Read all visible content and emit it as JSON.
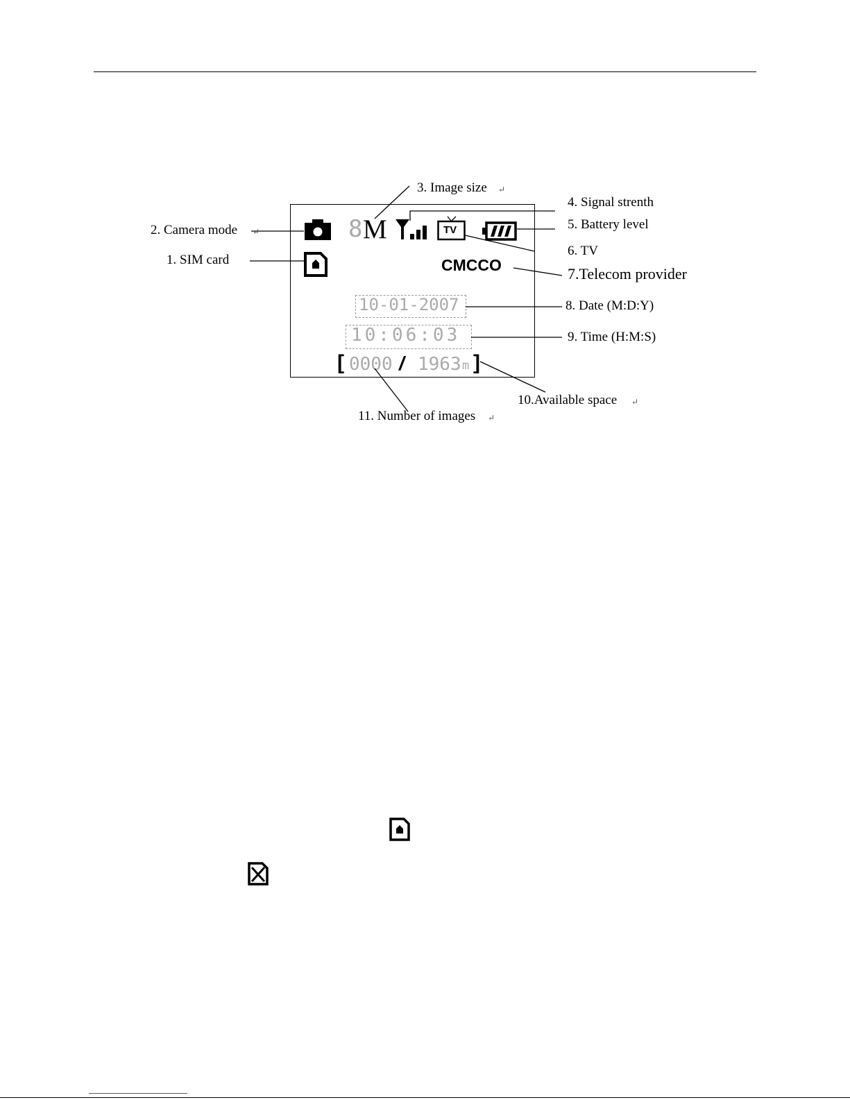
{
  "labels": {
    "sim_card": "1. SIM card",
    "camera_mode": "2. Camera mode",
    "image_size": "3. Image size",
    "signal": "4. Signal strenth",
    "battery": "5. Battery level",
    "tv": "6. TV",
    "provider": "7.Telecom provider",
    "date": "8. Date (M:D:Y)",
    "time": "9. Time (H:M:S)",
    "space": "10.Available space",
    "images": "11. Number of images"
  },
  "lcd": {
    "image_size_digit": "8",
    "image_size_unit": "M",
    "tv_text": "TV",
    "provider": "CMCCO",
    "date": "10-01-2007",
    "time": "10:06:03",
    "bracket_open": "[",
    "image_count": "0000",
    "separator": "/",
    "space_value": "1963",
    "space_unit": "m",
    "bracket_close": "]"
  },
  "icons": {
    "camera": "camera-icon",
    "sim": "sim-card-icon",
    "signal": "signal-icon",
    "tv": "tv-icon",
    "battery": "battery-icon",
    "sim_inserted": "sim-inserted-icon",
    "sim_missing": "sim-missing-icon"
  },
  "colors": {
    "ink": "#000000",
    "lcd_segment": "#aaaaaa",
    "link": "#2b56d6"
  }
}
